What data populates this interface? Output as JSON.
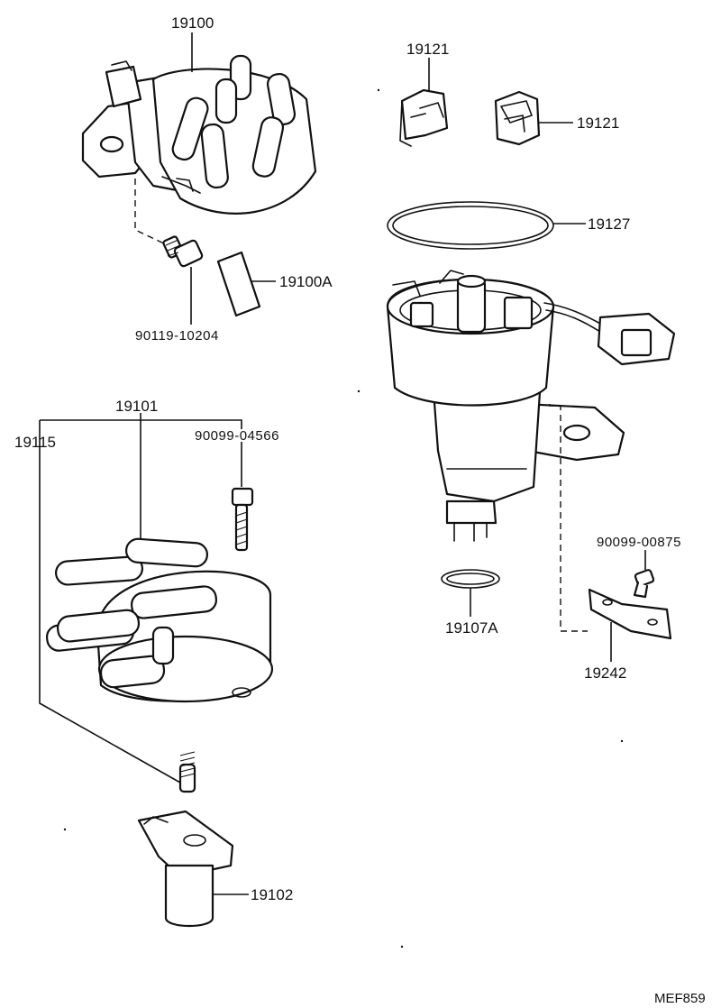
{
  "labels": {
    "p19100": "19100",
    "p19100A": "19100A",
    "p90119_10204": "90119-10204",
    "p19121_a": "19121",
    "p19121_b": "19121",
    "p19127": "19127",
    "p19101": "19101",
    "p19115": "19115",
    "p90099_04566": "90099-04566",
    "p19107A": "19107A",
    "p90099_00875": "90099-00875",
    "p19242": "19242",
    "p19102": "19102"
  },
  "diagram_code": "MEF859",
  "colors": {
    "ink": "#111111",
    "paper": "#ffffff"
  }
}
